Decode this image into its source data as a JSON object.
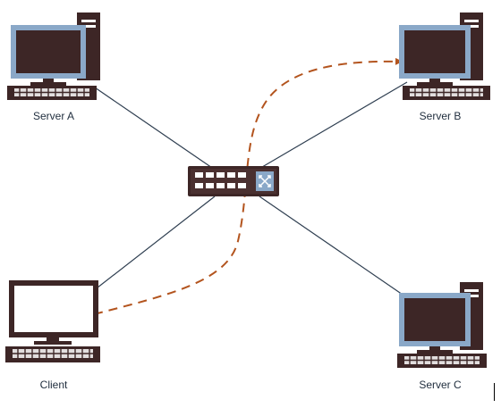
{
  "nodes": {
    "server_a": {
      "label": "Server A",
      "screen": "dark",
      "tower": true,
      "icon": "desktop-computer-icon"
    },
    "server_b": {
      "label": "Server B",
      "screen": "dark",
      "tower": true,
      "icon": "desktop-computer-icon"
    },
    "server_c": {
      "label": "Server C",
      "screen": "dark",
      "tower": true,
      "icon": "desktop-computer-icon"
    },
    "client": {
      "label": "Client",
      "screen": "light",
      "tower": false,
      "icon": "laptop-computer-icon"
    },
    "switch": {
      "label": "",
      "icon": "network-switch-icon"
    }
  },
  "links": [
    {
      "from": "server_a",
      "to": "switch"
    },
    {
      "from": "server_b",
      "to": "switch"
    },
    {
      "from": "client",
      "to": "switch"
    },
    {
      "from": "server_c",
      "to": "switch"
    }
  ],
  "flow": {
    "from": "client",
    "to": "server_b",
    "style": "dashed-arrow"
  },
  "colors": {
    "device_dark": "#3d2626",
    "screen_frame": "#8aa8c8",
    "screen_dark": "#3d2626",
    "screen_light": "#ffffff",
    "link_line": "#2e3e50",
    "flow_line": "#b3541e",
    "label_text": "#1f2d3d"
  }
}
